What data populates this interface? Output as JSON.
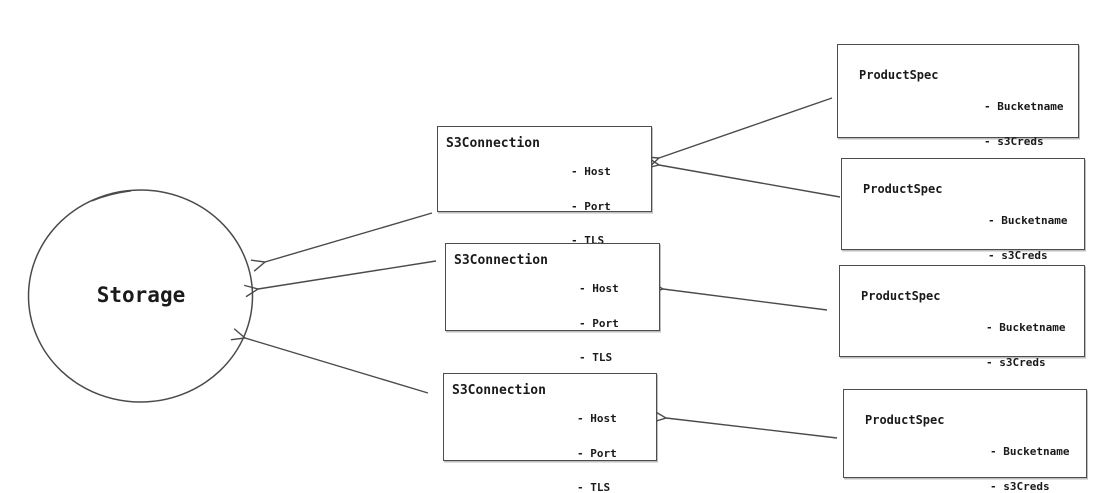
{
  "canvas": {
    "background": "#ffffff",
    "stroke_color": "#4a4a4a",
    "text_color": "#1a1a1a"
  },
  "storage": {
    "label": "Storage"
  },
  "s3_connections": [
    {
      "title": "S3Connection",
      "attributes": [
        "- Host",
        "- Port",
        "- TLS"
      ]
    },
    {
      "title": "S3Connection",
      "attributes": [
        "- Host",
        "- Port",
        "- TLS"
      ]
    },
    {
      "title": "S3Connection",
      "attributes": [
        "- Host",
        "- Port",
        "- TLS"
      ]
    }
  ],
  "product_specs": [
    {
      "title": "ProductSpec",
      "attributes": [
        "- Bucketname",
        "- s3Creds"
      ]
    },
    {
      "title": "ProductSpec",
      "attributes": [
        "- Bucketname",
        "- s3Creds"
      ]
    },
    {
      "title": "ProductSpec",
      "attributes": [
        "- Bucketname",
        "- s3Creds"
      ]
    },
    {
      "title": "ProductSpec",
      "attributes": [
        "- Bucketname",
        "- s3Creds"
      ]
    }
  ],
  "connections": [
    {
      "from": "product-spec-1",
      "to": "s3-connection-1"
    },
    {
      "from": "product-spec-2",
      "to": "s3-connection-1"
    },
    {
      "from": "product-spec-3",
      "to": "s3-connection-2"
    },
    {
      "from": "product-spec-4",
      "to": "s3-connection-3"
    },
    {
      "from": "s3-connection-1",
      "to": "storage"
    },
    {
      "from": "s3-connection-2",
      "to": "storage"
    },
    {
      "from": "s3-connection-3",
      "to": "storage"
    }
  ]
}
